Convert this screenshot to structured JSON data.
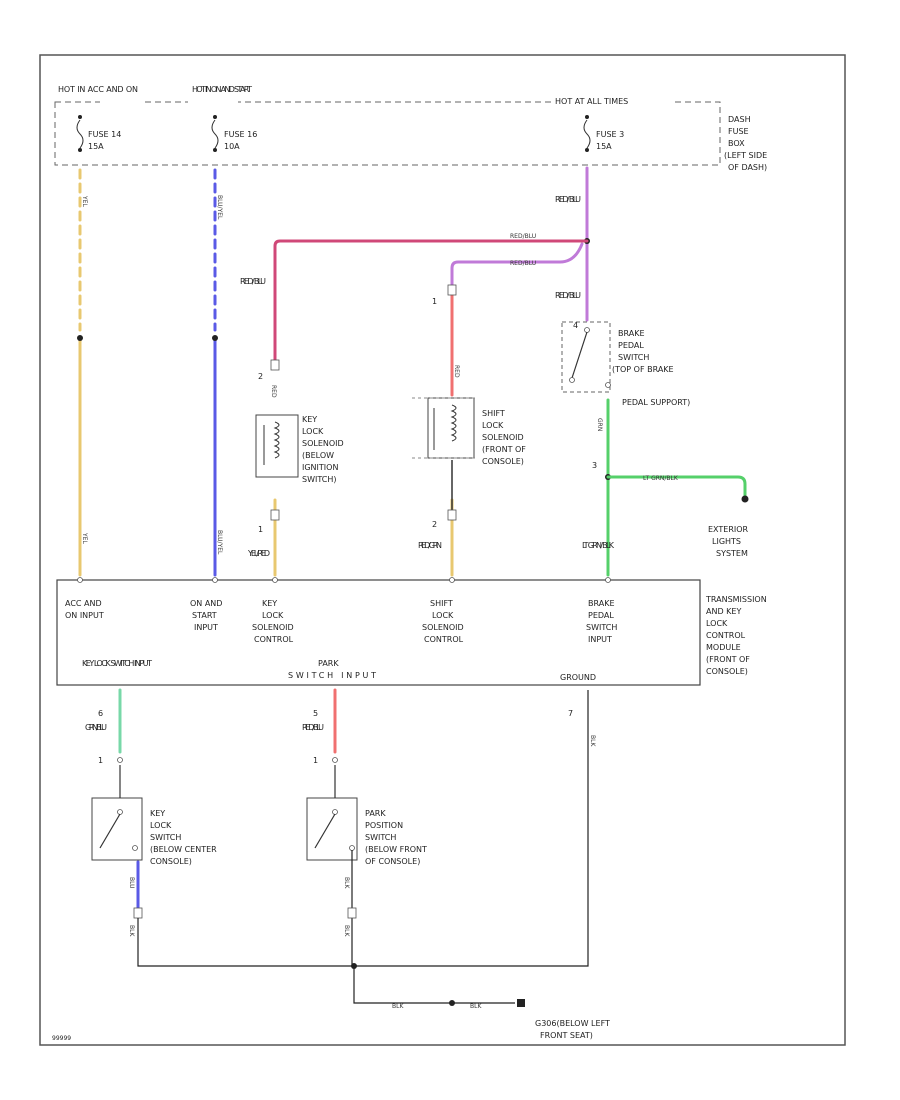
{
  "fuse_box": {
    "feed_hot_acc_on": "HOT IN ACC AND ON",
    "feed_hot_on_start": "HOT IN ON AND START",
    "feed_hot_all": "HOT AT ALL TIMES",
    "fuse14_line1": "FUSE 14",
    "fuse14_line2": "15A",
    "fuse16_line1": "FUSE 16",
    "fuse16_line2": "10A",
    "fuse3_line1": "FUSE 3",
    "fuse3_line2": "15A",
    "location_lines": [
      "DASH",
      "FUSE",
      "BOX",
      "(LEFT SIDE",
      "OF DASH)"
    ]
  },
  "wires": {
    "yel": "YEL",
    "blu_yel": "BLU/YEL",
    "red_blu": "RED/ BLU",
    "red_blu_inline": "RED/BLU",
    "red": "RED",
    "grn": "GRN",
    "lt_grn_blk": "LT GRN/BLK",
    "yel_red": "YEL/ RED",
    "red_grn": "RED/ GRN",
    "lt_grn_blk_stack": "LT GRN/ BLK",
    "grn_blu": "GRN/ BLU",
    "red_blu_park": "RED/ BLU",
    "blk": "BLK",
    "blu": "BLU",
    "blk_gnd": "BLK"
  },
  "pins": {
    "p1": "1",
    "p2": "2",
    "p3": "3",
    "p4": "4",
    "p5": "5",
    "p6": "6",
    "p7": "7"
  },
  "components": {
    "key_lock_solenoid": [
      "KEY",
      "LOCK",
      "SOLENOID",
      "(BELOW",
      "IGNITION",
      "SWITCH)"
    ],
    "shift_lock_solenoid": [
      "SHIFT",
      "LOCK",
      "SOLENOID",
      "(FRONT OF",
      "CONSOLE)"
    ],
    "brake_pedal_switch": [
      "BRAKE",
      "PEDAL",
      "SWITCH",
      "(TOP OF BRAKE",
      "PEDAL SUPPORT)"
    ],
    "exterior_lights": [
      "EXTERIOR",
      "LIGHTS",
      "SYSTEM"
    ],
    "key_lock_switch": [
      "KEY",
      "LOCK",
      "SWITCH",
      "(BELOW CENTER",
      "CONSOLE)"
    ],
    "park_position_switch": [
      "PARK",
      "POSITION",
      "SWITCH",
      "(BELOW FRONT",
      "OF CONSOLE)"
    ],
    "ground_location": [
      "G306(BELOW LEFT",
      "FRONT SEAT)"
    ]
  },
  "module": {
    "name_lines": [
      "TRANSMISSION",
      "AND KEY",
      "LOCK",
      "CONTROL",
      "MODULE",
      "(FRONT OF",
      "CONSOLE)"
    ],
    "acc_input": [
      "ACC AND",
      "ON INPUT"
    ],
    "on_start_input": [
      "ON AND",
      "START",
      "INPUT"
    ],
    "key_lock_sol_ctrl": [
      "KEY",
      "LOCK",
      "SOLENOID",
      "CONTROL"
    ],
    "shift_lock_sol_ctrl": [
      "SHIFT",
      "LOCK",
      "SOLENOID",
      "CONTROL"
    ],
    "brake_switch_input": [
      "BRAKE",
      "PEDAL",
      "SWITCH",
      "INPUT"
    ],
    "key_lock_switch_input": "KEY LOCK SWITCH INPUT",
    "park_switch_input": [
      "PARK",
      "SWITCH INPUT"
    ],
    "ground": "GROUND"
  },
  "figure_id": "99999",
  "colors": {
    "yellow": "#e8c870",
    "blue": "#5a5ae6",
    "pink": "#d04878",
    "violet": "#c07ad8",
    "red": "#f07070",
    "green": "#55d06a",
    "teal": "#78d8a8",
    "black": "#222222"
  }
}
